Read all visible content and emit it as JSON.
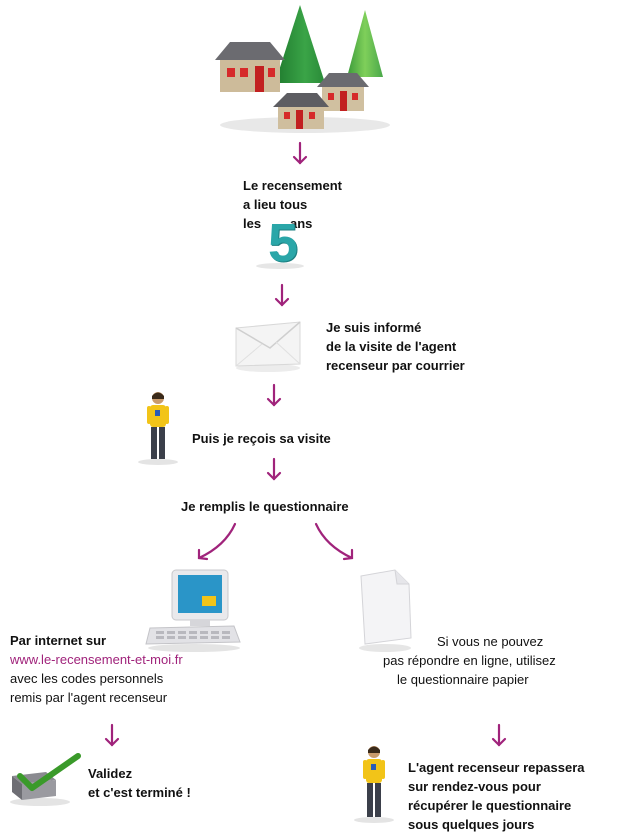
{
  "colors": {
    "arrow": "#a0237b",
    "link": "#a0237b",
    "accent_teal": "#2aa6a8",
    "check_green": "#3a9a2a"
  },
  "step1": {
    "line1": "Le recensement",
    "line2": "a lieu tous",
    "line3_pre": "les",
    "number": "5",
    "line3_post": "ans"
  },
  "step2": {
    "line1": "Je suis informé",
    "line2": "de la visite de l'agent",
    "line3": "recenseur par courrier"
  },
  "step3": {
    "text": "Puis je reçois sa visite"
  },
  "step4": {
    "text": "Je remplis le questionnaire"
  },
  "internet": {
    "title": "Par internet sur",
    "url": "www.le-recensement-et-moi.fr",
    "line2": "avec les codes personnels",
    "line3": "remis par l'agent recenseur"
  },
  "paper": {
    "line1": "Si vous ne pouvez",
    "line2": "pas répondre en ligne, utilisez",
    "line3": "le questionnaire papier"
  },
  "validate": {
    "line1": "Validez",
    "line2": "et c'est terminé !"
  },
  "revisit": {
    "line1": "L'agent recenseur repassera",
    "line2": "sur rendez-vous pour",
    "line3": "récupérer le questionnaire",
    "line4": "sous quelques jours"
  },
  "icons": [
    "houses-trees-icon",
    "envelope-icon",
    "census-agent-icon",
    "computer-icon",
    "paper-document-icon",
    "ballot-box-check-icon"
  ]
}
